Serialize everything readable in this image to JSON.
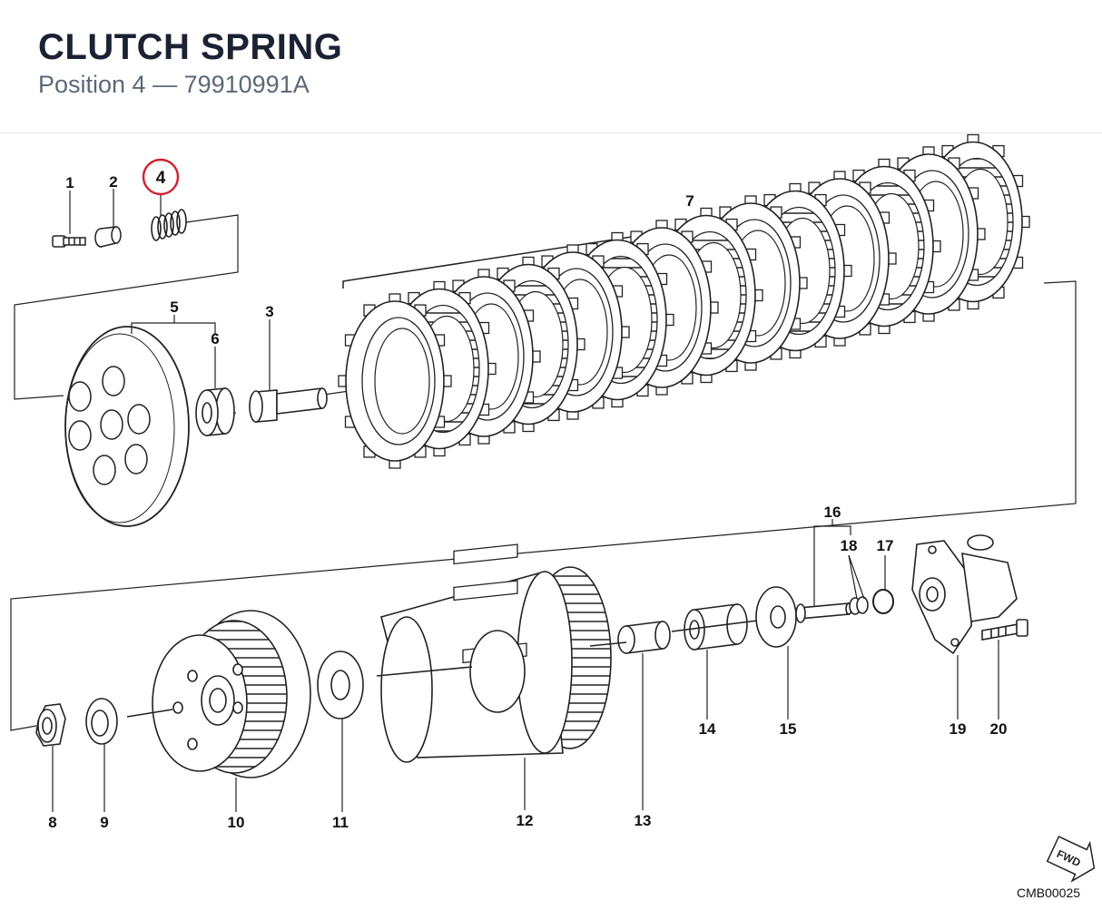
{
  "header": {
    "title": "CLUTCH SPRING",
    "subtitle": "Position 4 — 79910991A"
  },
  "diagram": {
    "highlight_color": "#d0202e",
    "highlighted_callout": "4",
    "callouts": {
      "c1": "1",
      "c2": "2",
      "c3": "3",
      "c4": "4",
      "c5": "5",
      "c6": "6",
      "c7": "7",
      "c8": "8",
      "c9": "9",
      "c10": "10",
      "c11": "11",
      "c12": "12",
      "c13": "13",
      "c14": "14",
      "c15": "15",
      "c16": "16",
      "c17": "17",
      "c18": "18",
      "c19": "19",
      "c20": "20"
    },
    "fwd_label": "FWD",
    "drawing_code": "CMB00025"
  }
}
